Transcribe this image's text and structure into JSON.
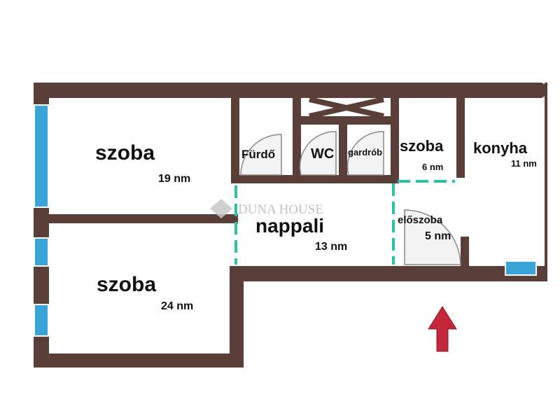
{
  "floorplan": {
    "rooms": [
      {
        "id": "szoba-1",
        "name": "szoba",
        "area": "19 nm"
      },
      {
        "id": "szoba-2",
        "name": "szoba",
        "area": "24 nm"
      },
      {
        "id": "furdo",
        "name": "Fürdő",
        "area": ""
      },
      {
        "id": "wc",
        "name": "WC",
        "area": ""
      },
      {
        "id": "gardrob",
        "name": "gardrób",
        "area": ""
      },
      {
        "id": "szoba-3",
        "name": "szoba",
        "area": "6 nm"
      },
      {
        "id": "konyha",
        "name": "konyha",
        "area": "11 nm"
      },
      {
        "id": "nappali",
        "name": "nappali",
        "area": "13 nm"
      },
      {
        "id": "eloszoba",
        "name": "előszoba",
        "area": "5 nm"
      }
    ],
    "watermark": "DUNA HOUSE",
    "entrance": "entrance-arrow-icon",
    "colors": {
      "wall": "#5a3f38",
      "window": "#3aa3d8",
      "opening": "#2cc2a4",
      "arrow": "#c2283a",
      "watermark": "#b8b8b8"
    }
  }
}
